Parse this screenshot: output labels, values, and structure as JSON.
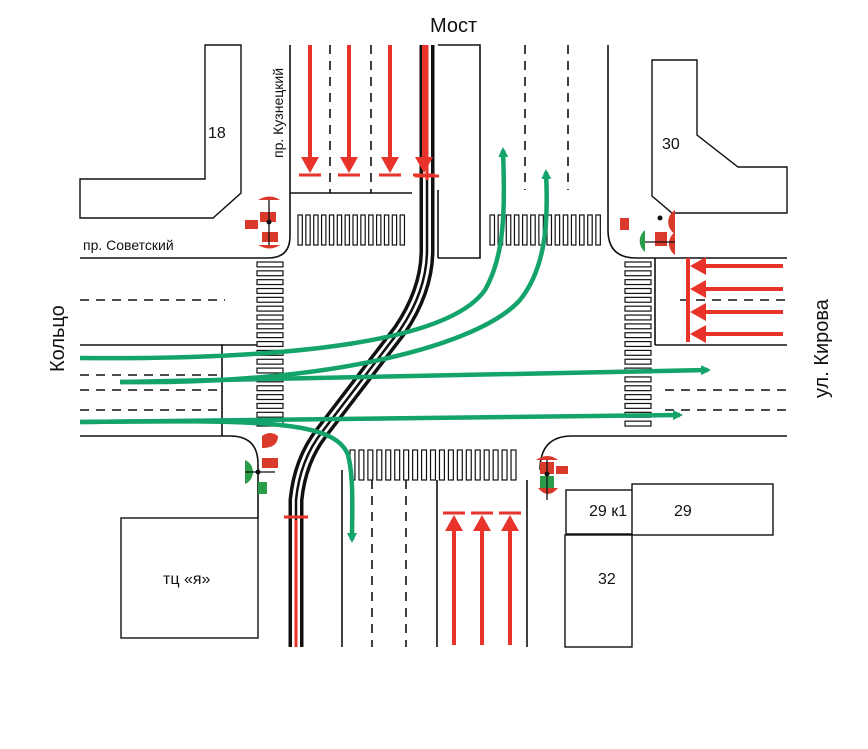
{
  "labels": {
    "top": "Мост",
    "left": "Кольцо",
    "right": "ул. Кирова",
    "street_vertical": "пр. Кузнецкий",
    "street_horizontal": "пр. Советский",
    "mall": "тц «я»"
  },
  "buildings": {
    "b18": "18",
    "b30": "30",
    "b29k1": "29 к1",
    "b29": "29",
    "b32": "32"
  },
  "colors": {
    "arrow_red": "#e8322a",
    "route_green": "#13a36b",
    "tram_black": "#111111",
    "light_red": "#d93a2b",
    "light_green": "#2a9d4a"
  },
  "arrows": {
    "north_approach": 4,
    "east_approach": 4,
    "south_approach": 3
  }
}
